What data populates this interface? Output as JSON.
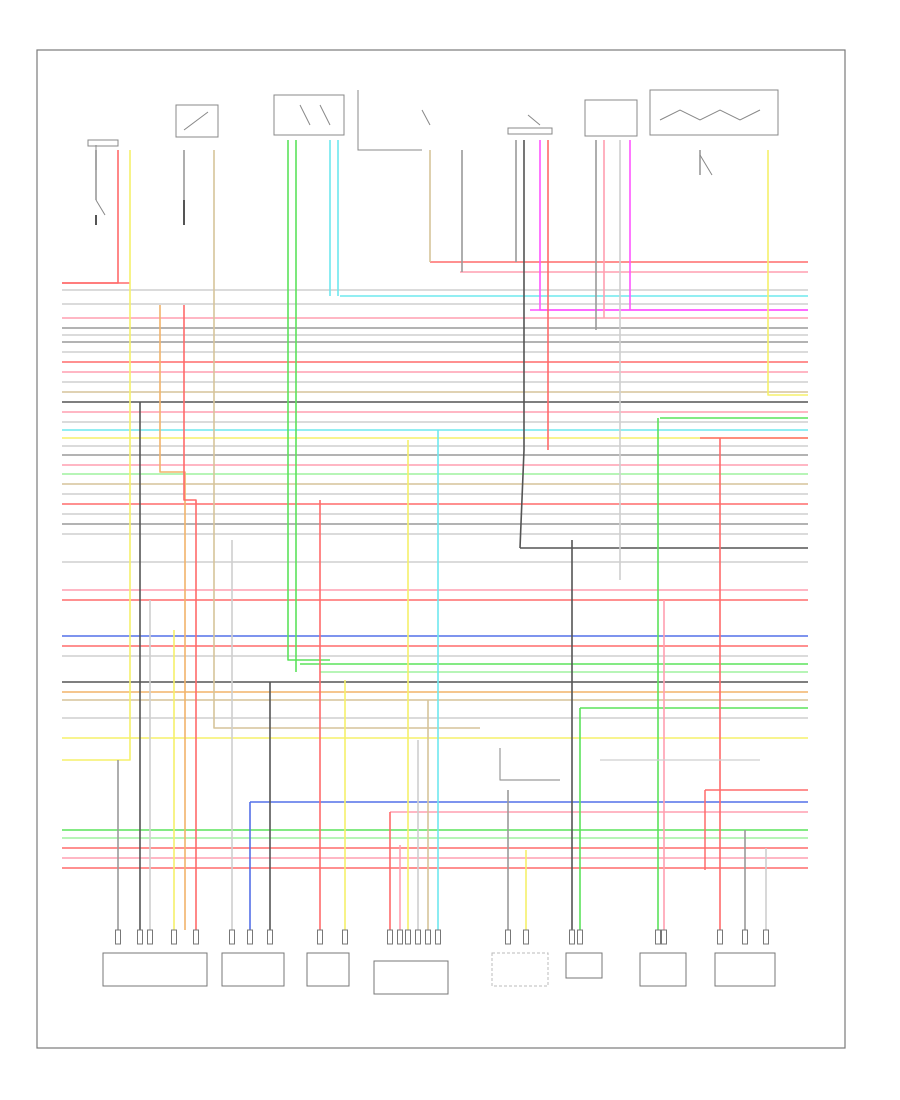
{
  "diagram": {
    "footer_code": "",
    "top_components": [
      {
        "id": "comp-top-1",
        "label": ""
      },
      {
        "id": "comp-top-2",
        "label": ""
      },
      {
        "id": "comp-top-3",
        "label": ""
      },
      {
        "id": "comp-top-4",
        "label": ""
      },
      {
        "id": "comp-top-5",
        "label": ""
      },
      {
        "id": "comp-top-6",
        "label": ""
      },
      {
        "id": "comp-top-7",
        "label": ""
      }
    ],
    "bottom_components": [
      {
        "id": "comp-bottom-1",
        "label": ""
      },
      {
        "id": "comp-bottom-2",
        "label": ""
      },
      {
        "id": "comp-bottom-3",
        "label": ""
      },
      {
        "id": "comp-bottom-4",
        "label": ""
      },
      {
        "id": "comp-bottom-5",
        "label": ""
      },
      {
        "id": "comp-bottom-6",
        "label": ""
      },
      {
        "id": "comp-bottom-7",
        "label": ""
      },
      {
        "id": "comp-bottom-8",
        "label": ""
      }
    ],
    "wire_colors": {
      "red": "#ff6b6b",
      "pink": "#ff9fb0",
      "yellow": "#f5f06a",
      "green": "#5be35b",
      "light_green": "#9ff29f",
      "cyan": "#6ee8ee",
      "blue": "#5470e8",
      "magenta": "#ff55ff",
      "orange": "#f2b36a",
      "tan": "#d6c49a",
      "gray": "#9a9a9a",
      "light_gray": "#cfcfcf",
      "dark": "#555555"
    }
  }
}
